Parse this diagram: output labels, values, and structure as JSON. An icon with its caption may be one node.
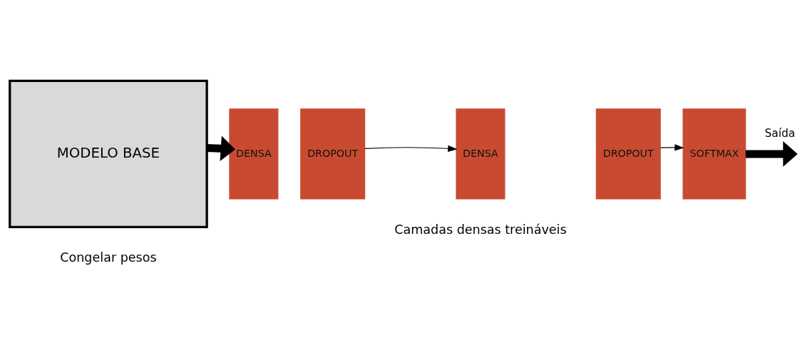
{
  "diagram": {
    "nodes": [
      {
        "text": [
          "MODELO BASE"
        ]
      },
      {
        "text": [
          "DENSA"
        ]
      },
      {
        "text": [
          "DROPOUT"
        ]
      },
      {
        "text": [
          "DENSA"
        ]
      },
      {
        "text": [
          "DROPOUT"
        ]
      },
      {
        "text": [
          "SOFTMAX"
        ]
      }
    ],
    "edges": [
      {
        "from": 0,
        "to": 1,
        "arrow": "to",
        "style": "thick"
      },
      {
        "from": 2,
        "to": 3,
        "arrow": "to"
      },
      {
        "from": 4,
        "to": 5,
        "arrow": "to"
      },
      {
        "from": 5,
        "to": null,
        "arrow": "to",
        "style": "thick",
        "label": "Saída"
      }
    ],
    "labels": [
      "Camadas densas treináveis",
      "Congelar pesos"
    ]
  }
}
